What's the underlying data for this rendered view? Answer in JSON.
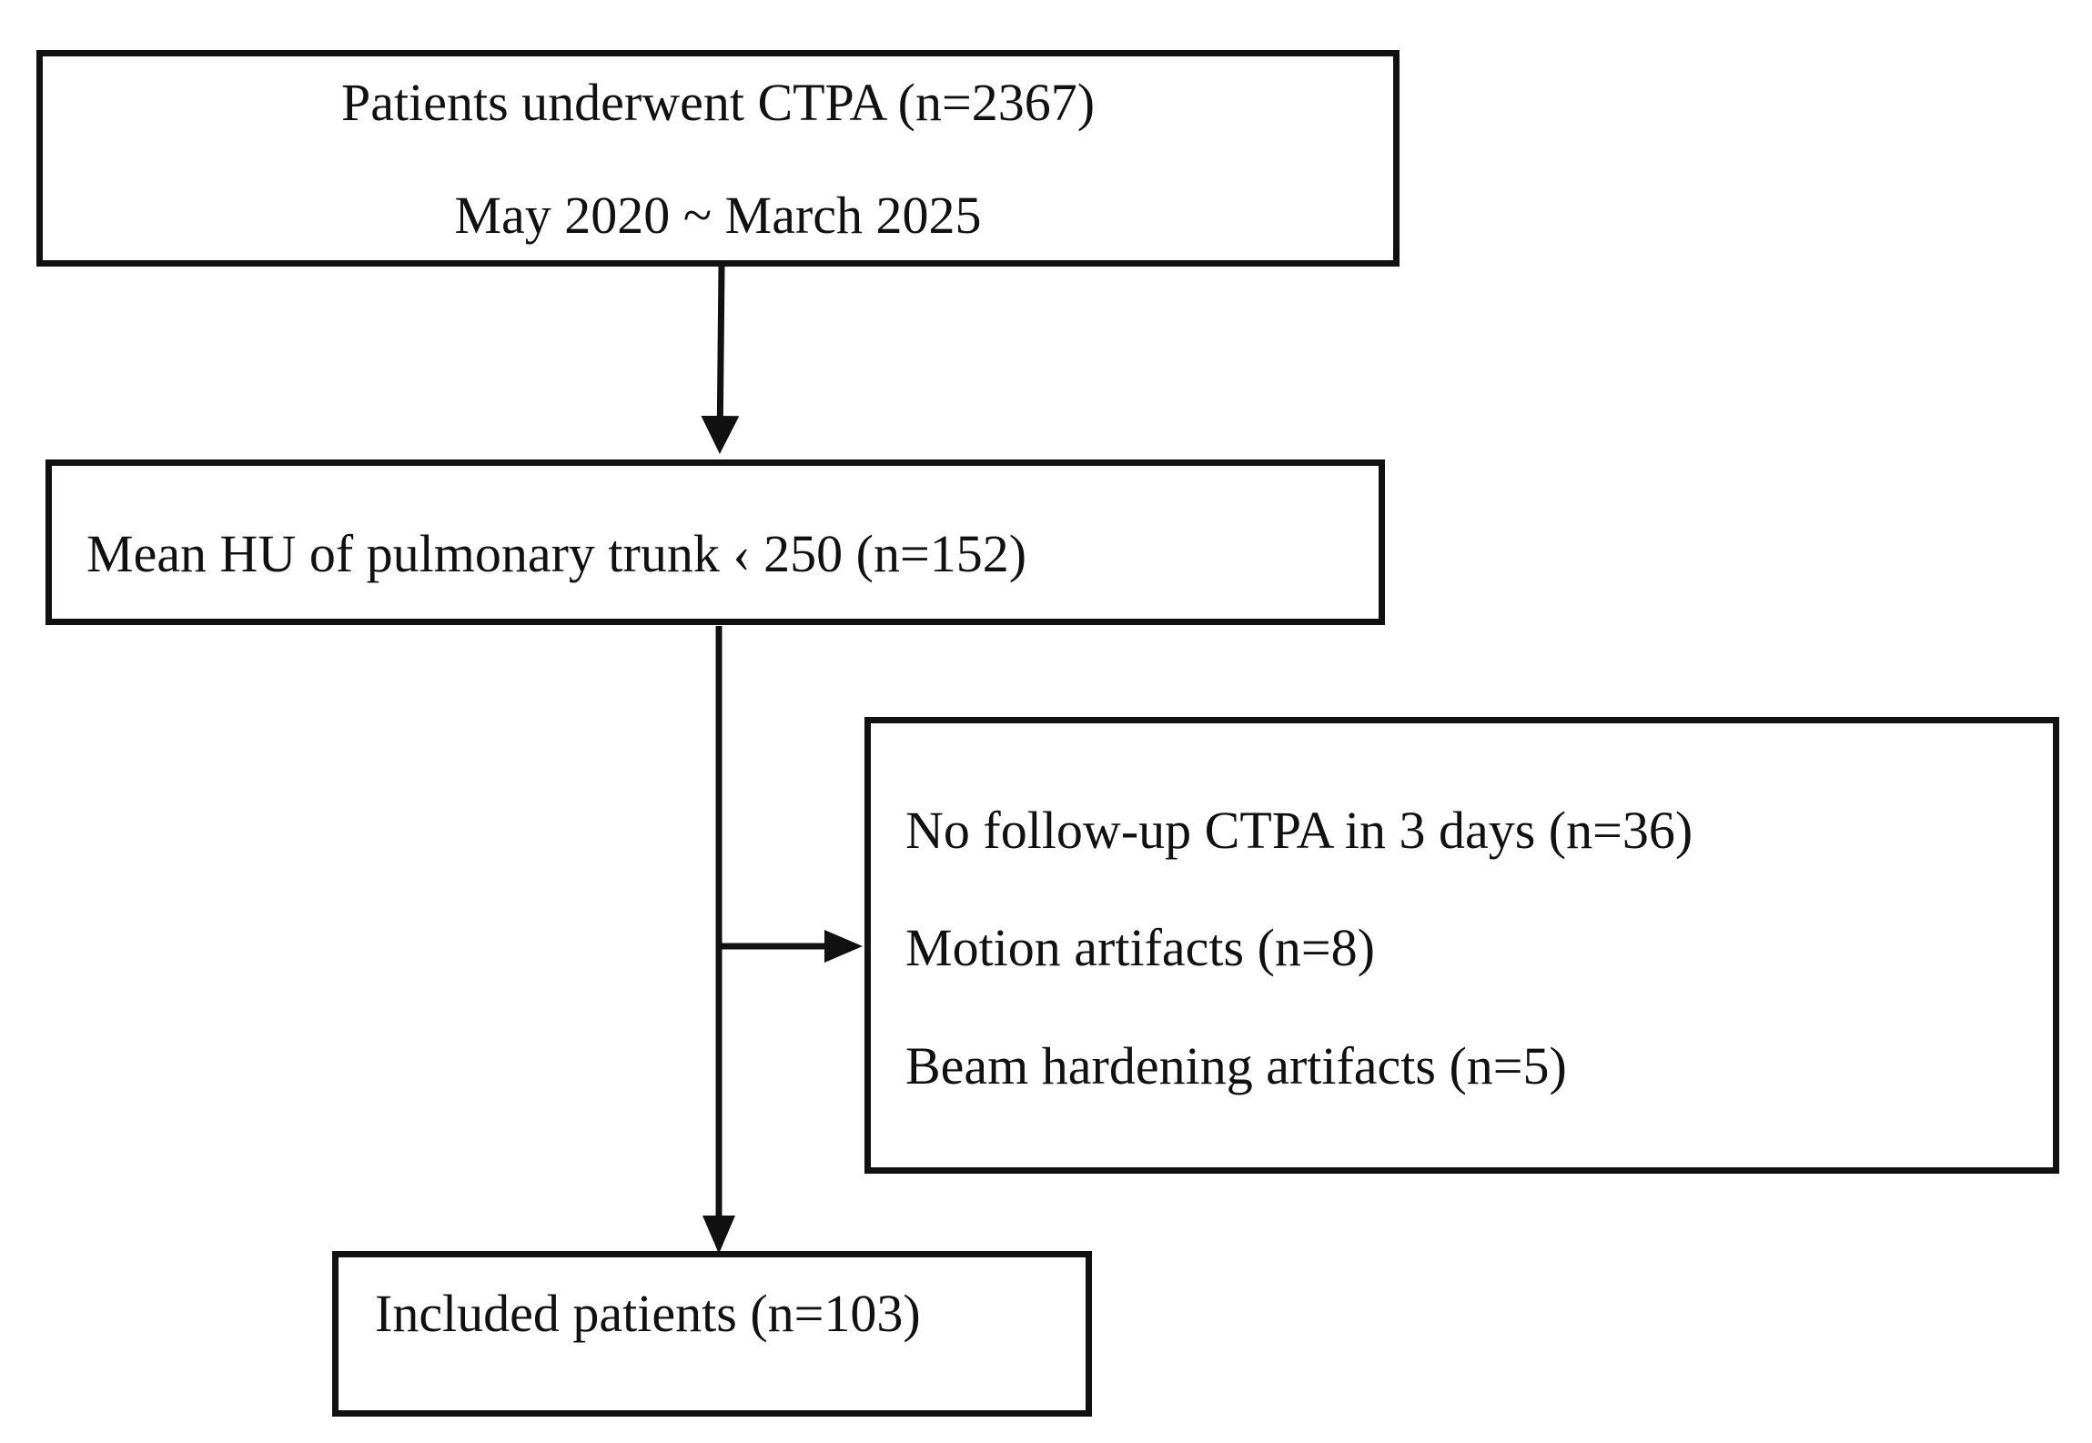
{
  "flowchart": {
    "box_initial": {
      "line1": "Patients underwent CTPA (n=2367)",
      "line2": "May 2020 ~ March 2025"
    },
    "box_screened": {
      "text": "Mean HU of pulmonary trunk ‹ 250 (n=152)"
    },
    "box_excluded": {
      "items": [
        "No follow-up CTPA in 3 days (n=36)",
        "Motion artifacts (n=8)",
        "Beam hardening artifacts (n=5)"
      ]
    },
    "box_included": {
      "text": "Included patients (n=103)"
    }
  },
  "colors": {
    "line": "#111111",
    "background": "#ffffff"
  }
}
